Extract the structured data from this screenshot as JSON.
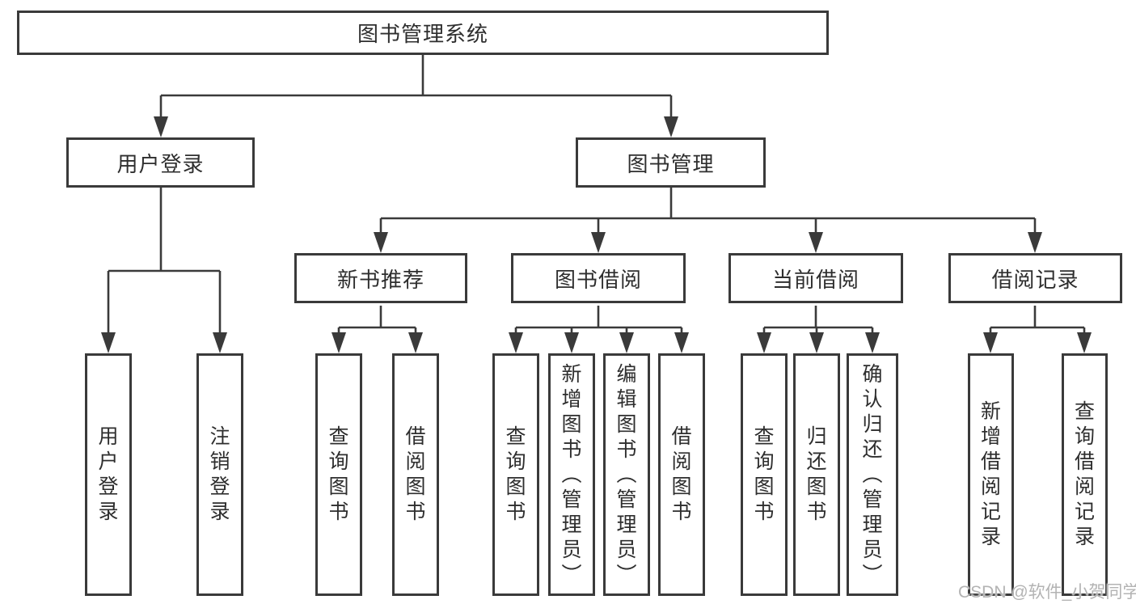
{
  "colors": {
    "line": "#3a3a3a",
    "box_background": "#ffffff",
    "page_background": "#ffffff",
    "watermark": "#b3b3b3"
  },
  "watermark": {
    "text": "CSDN @软件_小贺同学"
  },
  "tree": {
    "label": "图书管理系统",
    "children": [
      {
        "label": "用户登录",
        "children": [
          {
            "label": "用户登录"
          },
          {
            "label": "注销登录"
          }
        ]
      },
      {
        "label": "图书管理",
        "children": [
          {
            "label": "新书推荐",
            "children": [
              {
                "label": "查询图书"
              },
              {
                "label": "借阅图书"
              }
            ]
          },
          {
            "label": "图书借阅",
            "children": [
              {
                "label": "查询图书"
              },
              {
                "label": "新增图书（管理员）"
              },
              {
                "label": "编辑图书（管理员）"
              },
              {
                "label": "借阅图书"
              }
            ]
          },
          {
            "label": "当前借阅",
            "children": [
              {
                "label": "查询图书"
              },
              {
                "label": "归还图书"
              },
              {
                "label": "确认归还（管理员）"
              }
            ]
          },
          {
            "label": "借阅记录",
            "children": [
              {
                "label": "新增借阅记录"
              },
              {
                "label": "查询借阅记录"
              }
            ]
          }
        ]
      }
    ]
  }
}
